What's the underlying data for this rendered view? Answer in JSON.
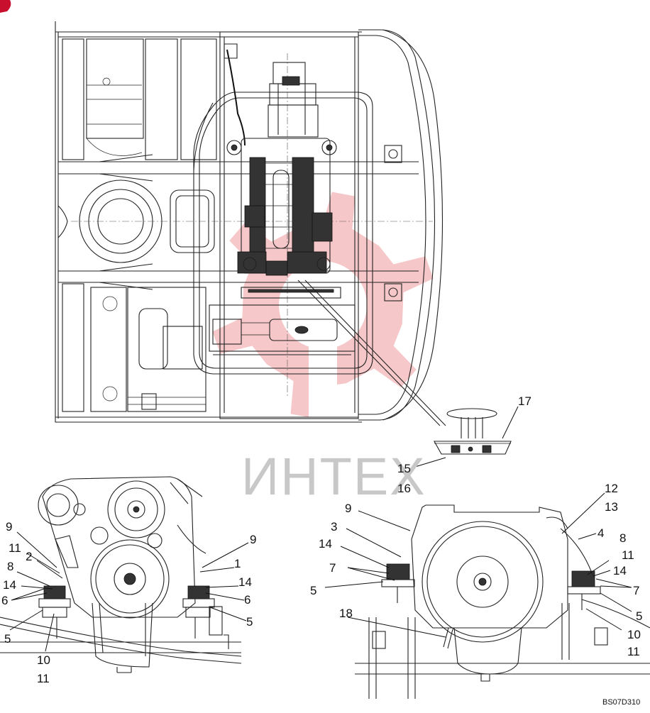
{
  "watermark": {
    "text": "ИНТЕХ",
    "color": "#e0393e"
  },
  "drawing_code": "BS07D310",
  "callouts": {
    "top_view": [
      "17",
      "15",
      "16"
    ],
    "front_view": [
      "9",
      "11",
      "2",
      "8",
      "14",
      "6",
      "5",
      "10",
      "11",
      "9",
      "1",
      "14",
      "6",
      "5"
    ],
    "rear_view": [
      "9",
      "3",
      "14",
      "7",
      "5",
      "18",
      "12",
      "13",
      "4",
      "8",
      "11",
      "14",
      "7",
      "5",
      "10",
      "11"
    ]
  }
}
